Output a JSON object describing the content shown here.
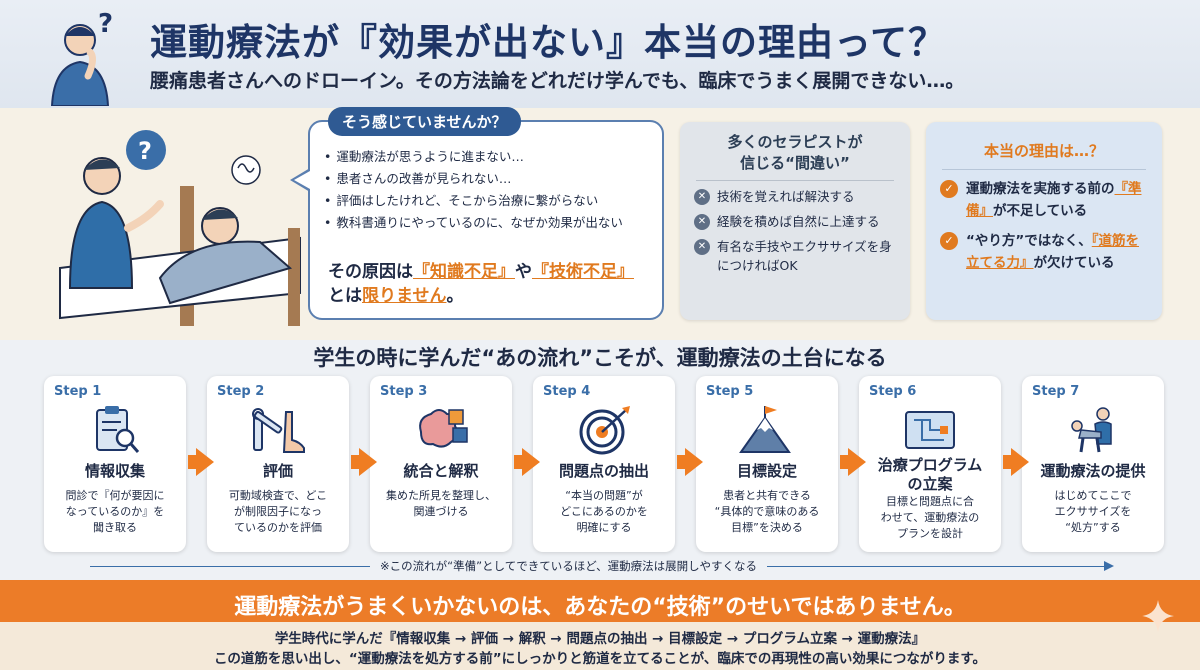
{
  "header": {
    "title": "運動療法が『効果が出ない』本当の理由って？",
    "subtitle": "腰痛患者さんへのドローイン。その方法論をどれだけ学んでも、臨床でうまく展開できない…。"
  },
  "bubble": {
    "title": "そう感じていませんか？",
    "items": [
      "運動療法が思うように進まない…",
      "患者さんの改善が見られない…",
      "評価はしたけれど、そこから治療に繋がらない",
      "教科書通りにやっているのに、なぜか効果が出ない"
    ],
    "cause_prefix": "その原因は",
    "cause_a": "『知識不足』",
    "cause_mid": "や",
    "cause_b": "『技術不足』",
    "cause_line2_prefix": "とは",
    "cause_line2_em": "限りません",
    "cause_line2_end": "。"
  },
  "wrong_card": {
    "title_line1": "多くのセラピストが",
    "title_line2": "信じる“間違い”",
    "items": [
      "技術を覚えれば解決する",
      "経験を積めば自然に上達する",
      "有名な手技やエクササイズを身につければOK"
    ]
  },
  "right_card": {
    "title": "本当の理由は…？",
    "item1_a": "運動療法を実施する前の",
    "item1_em": "『準備』",
    "item1_b": "が不足している",
    "item2_a": "“やり方”ではなく、",
    "item2_em": "『道筋を立てる力』",
    "item2_b": "が欠けている"
  },
  "steps_title": "学生の時に学んだ“あの流れ”こそが、運動療法の土台になる",
  "steps": [
    {
      "label": "Step 1",
      "name": "情報収集",
      "desc": "問診で『何が要因に\nなっているのか』を\n聞き取る",
      "icon": "clipboard-search-icon"
    },
    {
      "label": "Step 2",
      "name": "評価",
      "desc": "可動域検査で、どこ\nが制限因子になっ\nているのかを評価",
      "icon": "goniometer-foot-icon"
    },
    {
      "label": "Step 3",
      "name": "統合と解釈",
      "desc": "集めた所見を整理し、\n関連づける",
      "icon": "brain-puzzle-icon"
    },
    {
      "label": "Step 4",
      "name": "問題点の抽出",
      "desc": "“本当の問題”が\nどこにあるのかを\n明確にする",
      "icon": "target-icon"
    },
    {
      "label": "Step 5",
      "name": "目標設定",
      "desc": "患者と共有できる\n“具体的で意味のある\n目標”を決める",
      "icon": "mountain-flag-icon"
    },
    {
      "label": "Step 6",
      "name": "治療プログラム\nの立案",
      "desc": "目標と問題点に合\nわせて、運動療法の\nプランを設計",
      "icon": "blueprint-icon"
    },
    {
      "label": "Step 7",
      "name": "運動療法の提供",
      "desc": "はじめてここで\nエクササイズを\n“処方”する",
      "icon": "therapist-patient-icon"
    }
  ],
  "flow_note": "※この流れが“準備”としてできているほど、運動療法は展開しやすくなる",
  "footer": {
    "main": "運動療法がうまくいかないのは、あなたの“技術”のせいではありません。",
    "line1": "学生時代に学んだ『情報収集 → 評価 → 解釈 → 問題点の抽出 → 目標設定 → プログラム立案 → 運動療法』",
    "line2": "この道筋を思い出し、“運動療法を処方する前”にしっかりと筋道を立てることが、臨床での再現性の高い効果につながります。"
  },
  "colors": {
    "navy": "#1e3566",
    "orange": "#e07a1f",
    "step_blue": "#3a6ea8",
    "footer_orange": "#ec7c28"
  }
}
